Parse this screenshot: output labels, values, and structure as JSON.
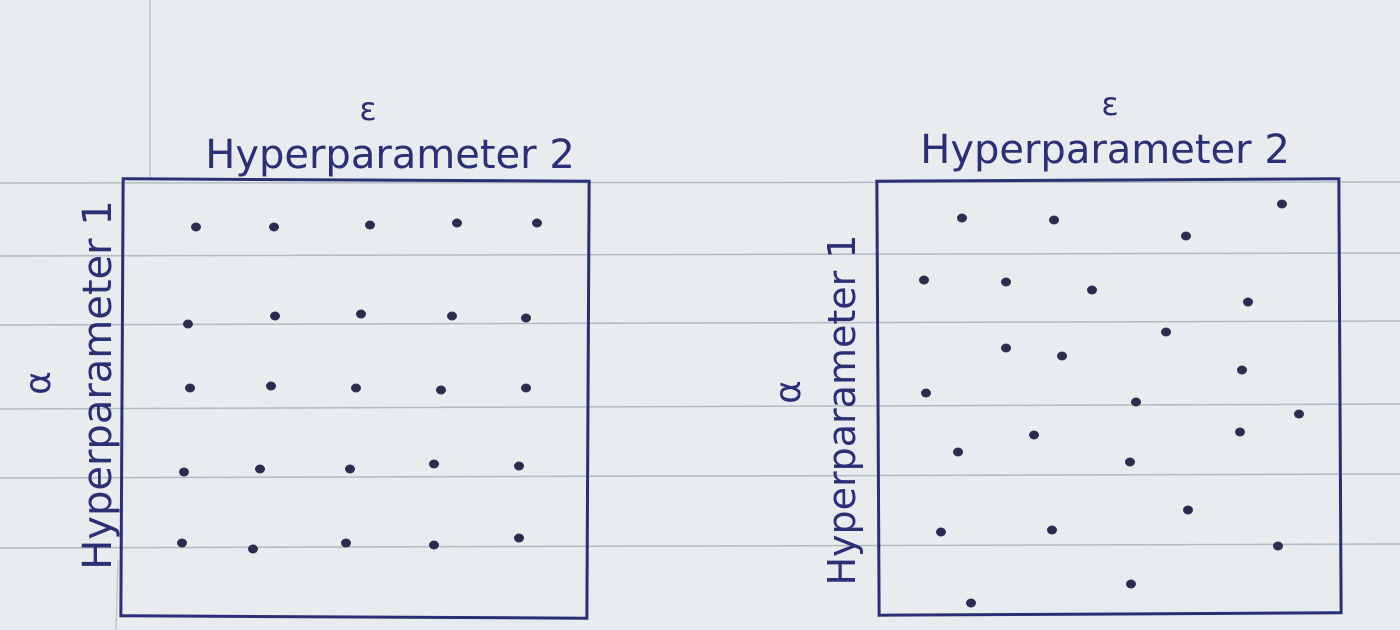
{
  "colors": {
    "paper": "#e9ecef",
    "rule_line": "#a3aab2",
    "ink": "#2b2f73",
    "dot": "#2a2d4f"
  },
  "left_panel": {
    "top_symbol": "ε",
    "top_label": "Hyperparameter 2",
    "side_symbol": "α",
    "side_label": "Hyperparameter 1",
    "layout": "grid",
    "point_count": 25
  },
  "right_panel": {
    "top_symbol": "ε",
    "top_label": "Hyperparameter 2",
    "side_symbol": "α",
    "side_label": "Hyperparameter 1",
    "layout": "random",
    "point_count": 25
  }
}
